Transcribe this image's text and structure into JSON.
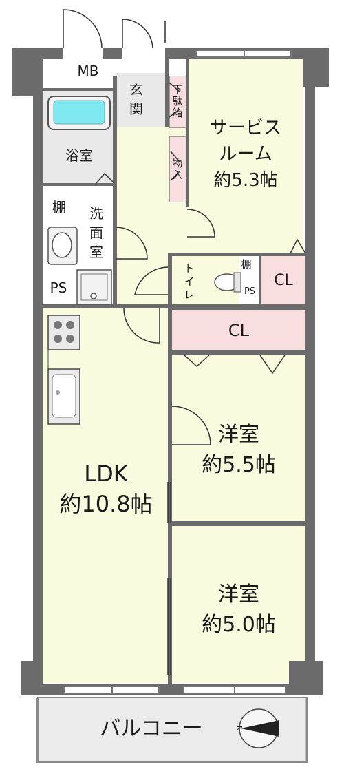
{
  "floorplan": {
    "rooms": {
      "mb": "MB",
      "entrance": "玄\n関",
      "shoe_box": "下\n駄\n箱",
      "bath": "浴室",
      "storage_small": "物\n入",
      "service_room": "サービス\nルーム\n約5.3帖",
      "shelf_left": "棚",
      "washroom": "洗\n面\n室",
      "ps_left": "PS",
      "toilet": "ト\nイ\nレ",
      "shelf_toilet": "棚",
      "ps_toilet": "PS",
      "cl_small": "CL",
      "cl_long": "CL",
      "western1": "洋室\n約5.5帖",
      "ldk": "LDK\n約10.8帖",
      "western2": "洋室\n約5.0帖",
      "balcony": "バルコニー"
    },
    "compass": "N"
  },
  "colors": {
    "room": "#fafadf",
    "wall": "#6b6b6b",
    "closet": "#f8dede",
    "storage": "#f8dede",
    "wet": "#e9e9e9",
    "balcony": "#ebebeb"
  }
}
